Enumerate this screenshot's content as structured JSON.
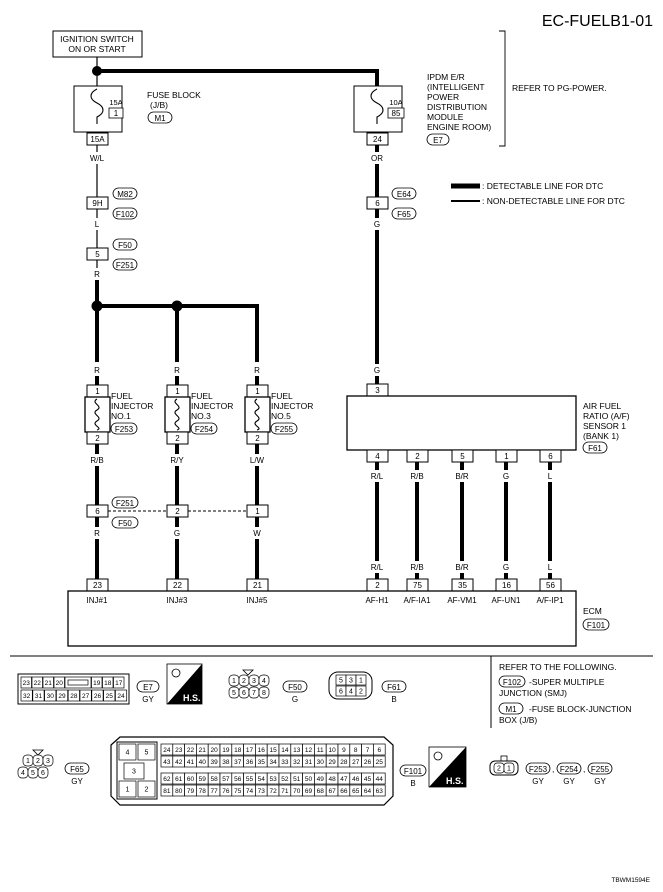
{
  "header": {
    "page_id": "EC-FUELB1-01"
  },
  "ignition": {
    "line1": "IGNITION SWITCH",
    "line2": "ON OR START"
  },
  "fuse_block": {
    "title_lines": [
      "FUSE BLOCK",
      "(J/B)"
    ],
    "connector": "M1",
    "amp": "15A",
    "fuse_no": "1",
    "terminal": "15A",
    "wire": "W/L"
  },
  "ipdm": {
    "title_lines": [
      "IPDM E/R",
      "(INTELLIGENT",
      "POWER",
      "DISTRIBUTION",
      "MODULE",
      "ENGINE ROOM)"
    ],
    "connector": "E7",
    "amp": "10A",
    "fuse_no": "85",
    "terminal": "24",
    "wire": "OR",
    "refer": "REFER TO PG-POWER."
  },
  "legend": {
    "detectable": ": DETECTABLE LINE FOR DTC",
    "non_detectable": ": NON-DETECTABLE LINE FOR DTC"
  },
  "left_chain": {
    "jct1": {
      "pin": "9H",
      "conn_top": "M82",
      "conn_bottom": "F102",
      "wire": "L"
    },
    "jct2": {
      "pin": "5",
      "conn_top": "F50",
      "conn_bottom": "F251",
      "wire": "R"
    }
  },
  "right_chain": {
    "jct": {
      "pin": "6",
      "conn_top": "E64",
      "conn_bottom": "F65",
      "wire": "G"
    }
  },
  "injectors": [
    {
      "wire_in": "R",
      "pin_top": "1",
      "pin_bottom": "2",
      "name_lines": [
        "FUEL",
        "INJECTOR",
        "NO.1"
      ],
      "connector": "F253",
      "wire_out": "R/B",
      "jct_pin": "6",
      "wire_ecm": "R",
      "ecm_pin": "23",
      "ecm_label": "INJ#1"
    },
    {
      "wire_in": "R",
      "pin_top": "1",
      "pin_bottom": "2",
      "name_lines": [
        "FUEL",
        "INJECTOR",
        "NO.3"
      ],
      "connector": "F254",
      "wire_out": "R/Y",
      "jct_pin": "2",
      "wire_ecm": "G",
      "ecm_pin": "22",
      "ecm_label": "INJ#3"
    },
    {
      "wire_in": "R",
      "pin_top": "1",
      "pin_bottom": "2",
      "name_lines": [
        "FUEL",
        "INJECTOR",
        "NO.5"
      ],
      "connector": "F255",
      "wire_out": "L/W",
      "jct_pin": "1",
      "wire_ecm": "W",
      "ecm_pin": "21",
      "ecm_label": "INJ#5"
    }
  ],
  "inj_junction": {
    "conn_top": "F251",
    "conn_bottom": "F50"
  },
  "af_sensor": {
    "name_lines": [
      "AIR FUEL",
      "RATIO (A/F)",
      "SENSOR 1",
      "(BANK 1)"
    ],
    "connector": "F61",
    "wire_in": "G",
    "top_pin": "3",
    "outputs": [
      {
        "pin": "4",
        "wire": "R/L",
        "ecm_pin": "2",
        "ecm_label": "AF-H1"
      },
      {
        "pin": "2",
        "wire": "R/B",
        "ecm_pin": "75",
        "ecm_label": "A/F-IA1"
      },
      {
        "pin": "5",
        "wire": "B/R",
        "ecm_pin": "35",
        "ecm_label": "AF-VM1"
      },
      {
        "pin": "1",
        "wire": "G",
        "ecm_pin": "16",
        "ecm_label": "AF-UN1"
      },
      {
        "pin": "6",
        "wire": "L",
        "ecm_pin": "56",
        "ecm_label": "A/F-IP1"
      }
    ]
  },
  "ecm": {
    "label": "ECM",
    "connector": "F101"
  },
  "connectors": {
    "e7": {
      "id": "E7",
      "color": "GY",
      "row1": [
        "23",
        "22",
        "21",
        "20",
        "",
        "19",
        "18",
        "17"
      ],
      "row2": [
        "32",
        "31",
        "30",
        "29",
        "28",
        "27",
        "26",
        "25",
        "24"
      ]
    },
    "f50": {
      "id": "F50",
      "color": "G",
      "row1": [
        "1",
        "2",
        "3",
        "4"
      ],
      "row2": [
        "5",
        "6",
        "7",
        "8"
      ]
    },
    "f61": {
      "id": "F61",
      "color": "B",
      "row1": [
        "5",
        "3",
        "1"
      ],
      "row2": [
        "6",
        "4",
        "2"
      ]
    },
    "f65": {
      "id": "F65",
      "color": "GY",
      "row1": [
        "1",
        "2",
        "3"
      ],
      "row2": [
        "4",
        "5",
        "6"
      ]
    },
    "f101": {
      "id": "F101",
      "color": "B",
      "block": [
        "4",
        "5",
        "3",
        "1",
        "2"
      ],
      "row1": [
        "24",
        "23",
        "22",
        "21",
        "20",
        "19",
        "18",
        "17",
        "16",
        "15",
        "14",
        "13",
        "12",
        "11",
        "10",
        "9",
        "8",
        "7",
        "6"
      ],
      "row2": [
        "43",
        "42",
        "41",
        "40",
        "39",
        "38",
        "37",
        "36",
        "35",
        "34",
        "33",
        "32",
        "31",
        "30",
        "29",
        "28",
        "27",
        "26",
        "25"
      ],
      "row3": [
        "62",
        "61",
        "60",
        "59",
        "58",
        "57",
        "56",
        "55",
        "54",
        "53",
        "52",
        "51",
        "50",
        "49",
        "48",
        "47",
        "46",
        "45",
        "44"
      ],
      "row4": [
        "81",
        "80",
        "79",
        "78",
        "77",
        "76",
        "75",
        "74",
        "73",
        "72",
        "71",
        "70",
        "69",
        "68",
        "67",
        "66",
        "65",
        "64",
        "63"
      ]
    },
    "inj": {
      "pins": [
        "2",
        "1"
      ],
      "ids": [
        "F253",
        "F254",
        "F255"
      ],
      "colors": [
        "GY",
        "GY",
        "GY"
      ]
    },
    "hs_label": "H.S."
  },
  "refer": {
    "title": "REFER TO THE FOLLOWING.",
    "smj_conn": "F102",
    "smj_lines": [
      "-SUPER MULTIPLE",
      "JUNCTION (SMJ)"
    ],
    "jb_conn": "M1",
    "jb_lines": [
      "-FUSE BLOCK-JUNCTION",
      "BOX (J/B)"
    ]
  },
  "footer": {
    "code": "TBWM1594E"
  }
}
